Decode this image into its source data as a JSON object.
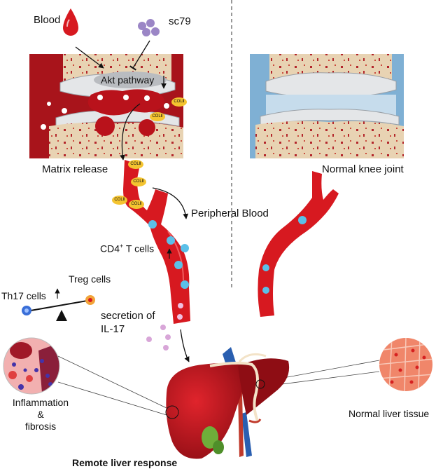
{
  "labels": {
    "blood": "Blood",
    "sc79": "sc79",
    "akt_pathway": "Akt pathway",
    "matrix_release": "Matrix release",
    "normal_knee": "Normal knee joint",
    "peripheral_blood": "Peripheral Blood",
    "cd4_main": "CD4",
    "cd4_sup": "+",
    "cd4_rest": " T cells",
    "th17": "Th17 cells",
    "treg": "Treg cells",
    "secretion_line1": "secretion of",
    "secretion_line2": "IL-17",
    "inflammation_line1": "Inflammation",
    "inflammation_line2": "&",
    "inflammation_line3": "fibrosis",
    "normal_liver": "Normal liver tissue",
    "remote_liver": "Remote liver response",
    "up_arrow": "↑"
  },
  "coli_tags": [
    {
      "text": "COLⅡ"
    },
    {
      "text": "COLⅡ"
    },
    {
      "text": "COLⅡ"
    },
    {
      "text": "COLⅡ"
    },
    {
      "text": "COLⅡ"
    },
    {
      "text": "COLⅡ"
    }
  ],
  "colors": {
    "blood_red": "#d71920",
    "dark_red": "#a0141b",
    "bone": "#e8d6b8",
    "cartilage": "#dfe3e6",
    "synovial_blue": "#7fb0d4",
    "t_cell": "#5bc0e8",
    "il17": "#d8a6d8",
    "liver": "#b3121c",
    "coli": "#f4c430"
  }
}
